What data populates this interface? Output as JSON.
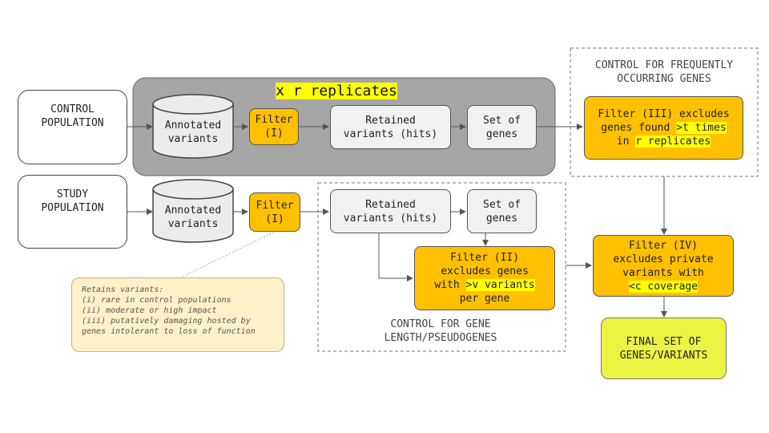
{
  "replicates_label": "x r replicates",
  "control_population": {
    "line1": "CONTROL",
    "line2": "POPULATION"
  },
  "study_population": {
    "line1": "STUDY",
    "line2": "POPULATION"
  },
  "annotated_variants": {
    "line1": "Annotated",
    "line2": "variants"
  },
  "filter_i": {
    "line1": "Filter",
    "line2": "(I)"
  },
  "retained_variants": {
    "line1": "Retained",
    "line2": "variants (hits)"
  },
  "set_of_genes": {
    "line1": "Set of",
    "line2": "genes"
  },
  "control_frequent": {
    "line1": "CONTROL FOR FREQUENTLY",
    "line2": "OCCURRING GENES"
  },
  "filter_iii": {
    "line1": "Filter (III) excludes",
    "line2a": "genes found ",
    "line2b": ">t times",
    "line3a": "in ",
    "line3b": "r replicates"
  },
  "filter_ii": {
    "line1": "Filter (II)",
    "line2": "excludes genes",
    "line3a": "with ",
    "line3b": ">v variants",
    "line4": "per gene"
  },
  "control_gene_length": {
    "line1": "CONTROL FOR GENE",
    "line2": "LENGTH/PSEUDOGENES"
  },
  "filter_iv": {
    "line1": "Filter (IV)",
    "line2": "excludes private",
    "line3": "variants with",
    "line4": "<c coverage"
  },
  "final_set": {
    "line1": "FINAL SET OF",
    "line2": "GENES/VARIANTS"
  },
  "note": {
    "lines": [
      "Retains variants:",
      "(i) rare in control populations",
      "(ii) moderate or high impact",
      "(iii) putatively damaging hosted by",
      "genes intolerant to loss of function"
    ]
  },
  "colors": {
    "orange": "#ffc000",
    "grey_panel": "#a6a6a6",
    "final": "#e9f542",
    "highlight": "#ffff00"
  },
  "icons": [
    "people-icon",
    "pregnant-woman-icon"
  ]
}
